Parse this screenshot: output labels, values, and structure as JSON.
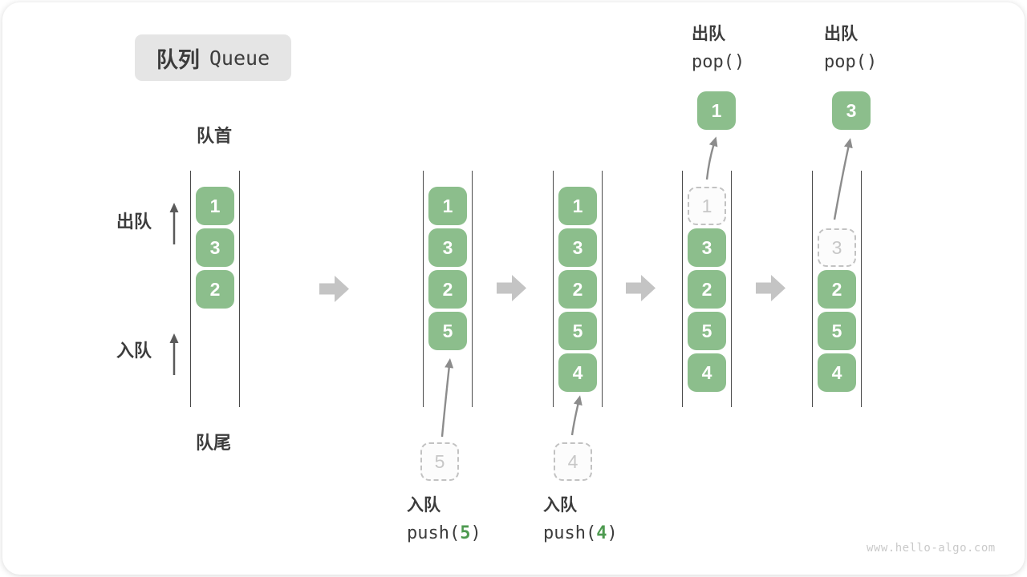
{
  "title": {
    "zh": "队列",
    "en": "Queue"
  },
  "side_labels": {
    "front": "队首",
    "rear": "队尾",
    "dequeue": "出队",
    "enqueue": "入队"
  },
  "steps": [
    {
      "queue": [
        "1",
        "3",
        "2"
      ]
    },
    {
      "queue": [
        "1",
        "3",
        "2",
        "5"
      ],
      "incoming_value": "5",
      "op_label": "入队",
      "op_code_before": "push(",
      "op_arg": "5",
      "op_code_after": ")"
    },
    {
      "queue": [
        "1",
        "3",
        "2",
        "5",
        "4"
      ],
      "incoming_value": "4",
      "op_label": "入队",
      "op_code_before": "push(",
      "op_arg": "4",
      "op_code_after": ")"
    },
    {
      "queue": [
        "3",
        "2",
        "5",
        "4"
      ],
      "ghost_value": "1",
      "popped_value": "1",
      "op_label": "出队",
      "op_code": "pop()"
    },
    {
      "queue": [
        "2",
        "5",
        "4"
      ],
      "ghost_value": "3",
      "popped_value": "3",
      "op_label": "出队",
      "op_code": "pop()"
    }
  ],
  "watermark": "www.hello-algo.com",
  "colors": {
    "box-green": "#8CBE8C",
    "accent-green": "#4E9A50",
    "title-bg": "#E5E5E5",
    "ink": "#3C3C3C",
    "rail": "#4A4A4A",
    "step-arrow": "#C4C4C4",
    "dash-gray": "#C2C2C2",
    "ghost-text": "#C7C7C7",
    "flow-arrow": "#8C8C8C",
    "side-arrow": "#5A5A5A",
    "watermark": "#C9C9C9"
  }
}
